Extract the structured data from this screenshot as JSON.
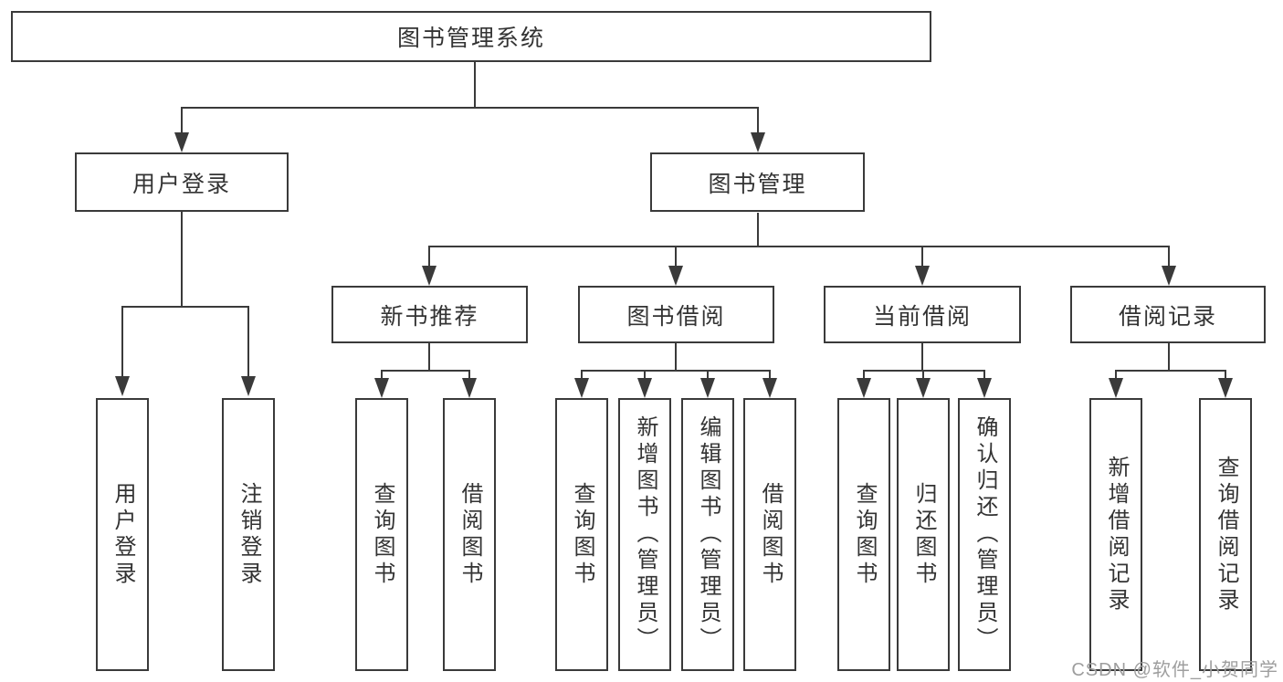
{
  "diagram": {
    "root": {
      "label": "图书管理系统"
    },
    "branches": [
      {
        "label": "用户登录",
        "children": [
          {
            "label": "用户登录"
          },
          {
            "label": "注销登录"
          }
        ]
      },
      {
        "label": "图书管理",
        "children": [
          {
            "label": "新书推荐",
            "children": [
              {
                "label": "查询图书"
              },
              {
                "label": "借阅图书"
              }
            ]
          },
          {
            "label": "图书借阅",
            "children": [
              {
                "label": "查询图书"
              },
              {
                "label": "新增图书（管理员）"
              },
              {
                "label": "编辑图书（管理员）"
              },
              {
                "label": "借阅图书"
              }
            ]
          },
          {
            "label": "当前借阅",
            "children": [
              {
                "label": "查询图书"
              },
              {
                "label": "归还图书"
              },
              {
                "label": "确认归还（管理员）"
              }
            ]
          },
          {
            "label": "借阅记录",
            "children": [
              {
                "label": "新增借阅记录"
              },
              {
                "label": "查询借阅记录"
              }
            ]
          }
        ]
      }
    ],
    "colors": {
      "line": "#3a3a3a",
      "box_border": "#3a3a3a",
      "box_fill": "#ffffff",
      "text": "#333333",
      "background": "#ffffff",
      "watermark": "#9e9e9e"
    }
  },
  "watermark": {
    "text": "CSDN @软件_小贺同学"
  }
}
